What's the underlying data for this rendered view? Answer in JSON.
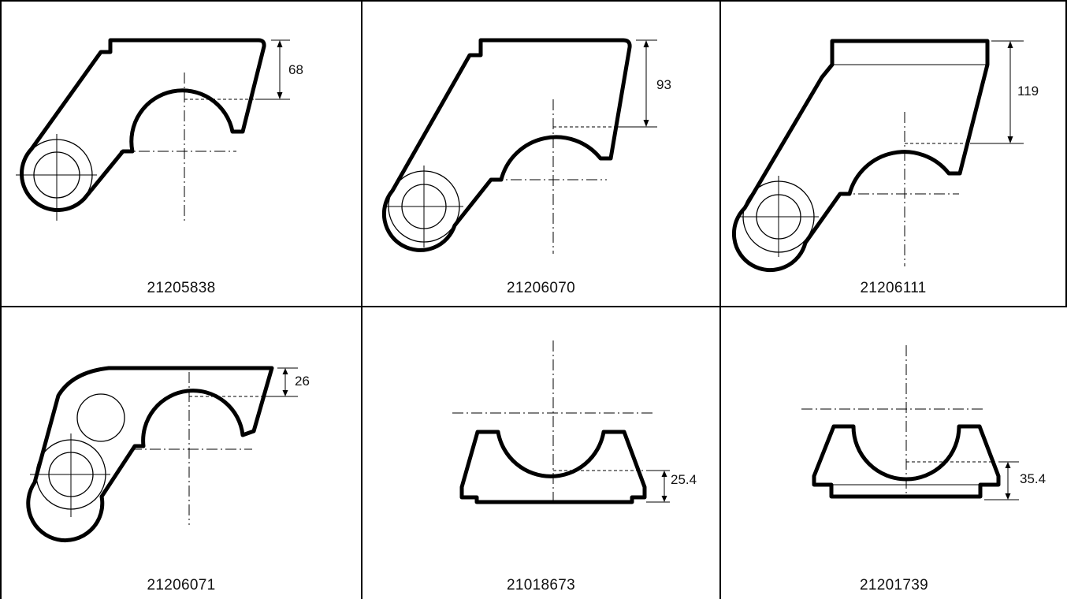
{
  "cells": [
    {
      "part_number": "21205838",
      "dimension": "68"
    },
    {
      "part_number": "21206070",
      "dimension": "93"
    },
    {
      "part_number": "21206111",
      "dimension": "119"
    },
    {
      "part_number": "21206071",
      "dimension": "26"
    },
    {
      "part_number": "21018673",
      "dimension": "25.4"
    },
    {
      "part_number": "21201739",
      "dimension": "35.4"
    }
  ]
}
